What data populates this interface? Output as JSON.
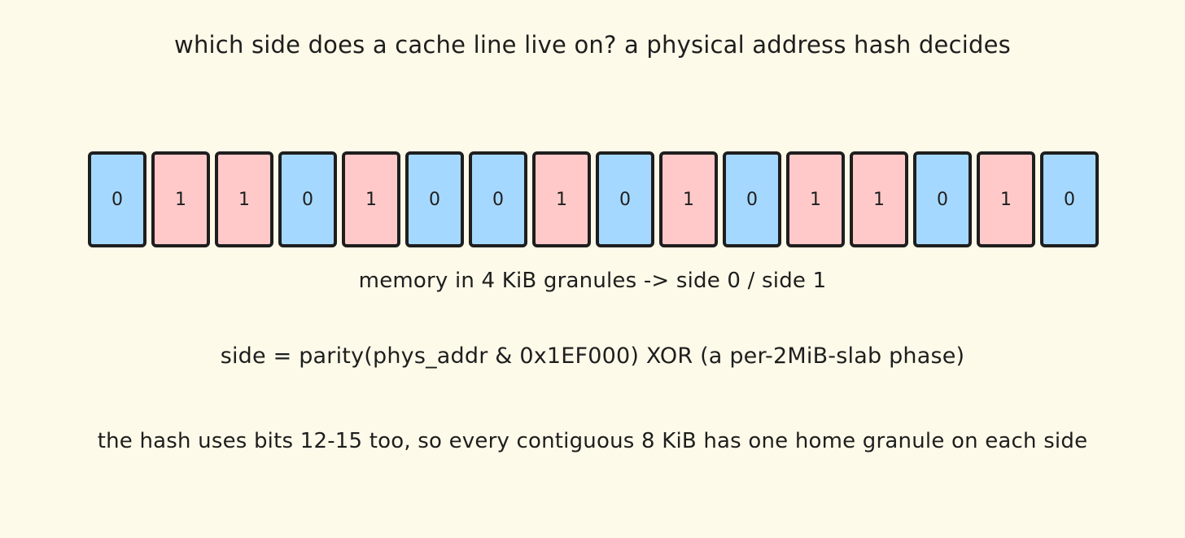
{
  "title": "which side does a cache line live on?  a physical address hash decides",
  "granules": [
    "0",
    "1",
    "1",
    "0",
    "1",
    "0",
    "0",
    "1",
    "0",
    "1",
    "0",
    "1",
    "1",
    "0",
    "1",
    "0"
  ],
  "colors": {
    "background": "#fefae9",
    "side_0": "#a5d8ff",
    "side_1": "#ffc9c9",
    "stroke": "#1e1e1e"
  },
  "caption": "memory in 4 KiB granules -> side 0 / side 1",
  "formula": "side = parity(phys_addr & 0x1EF000)  XOR  (a per-2MiB-slab phase)",
  "note": "the hash uses bits 12-15 too, so every contiguous 8 KiB has one home granule on each side"
}
